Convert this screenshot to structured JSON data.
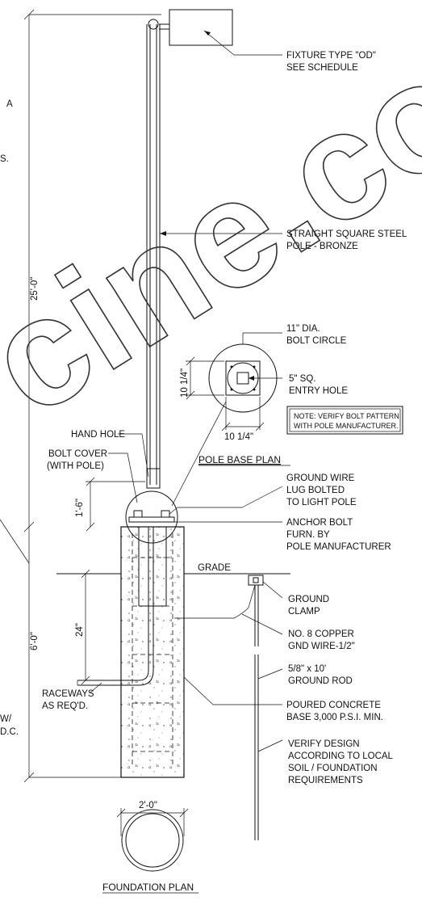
{
  "edge_labels": [
    "A",
    "S.",
    "W/",
    "D.C."
  ],
  "dimensions": {
    "pole_height": "25'-0\"",
    "hand_hole_height": "1'-6\"",
    "foundation_depth": "6'-0\"",
    "raceway_depth": "24\"",
    "base_plate_vertical": "10 1/4\"",
    "base_plate_horizontal": "10 1/4\"",
    "foundation_diameter": "2'-0\""
  },
  "callouts": {
    "fixture": [
      "FIXTURE TYPE \"OD\"",
      "SEE SCHEDULE"
    ],
    "pole": [
      "STRAIGHT SQUARE STEEL",
      "POLE - BRONZE"
    ],
    "bolt_circle": [
      "11\" DIA.",
      "BOLT CIRCLE"
    ],
    "entry_hole": [
      "5\" SQ.",
      "ENTRY HOLE"
    ],
    "note": [
      "NOTE: VERIFY BOLT PATTERN",
      "WITH POLE MANUFACTURER."
    ],
    "hand_hole": [
      "HAND HOLE"
    ],
    "bolt_cover": [
      "BOLT COVER",
      "(WITH POLE)"
    ],
    "ground_wire": [
      "GROUND WIRE",
      "LUG BOLTED",
      "TO LIGHT POLE"
    ],
    "anchor_bolt": [
      "ANCHOR BOLT",
      "FURN. BY",
      "POLE MANUFACTURER"
    ],
    "grade": [
      "GRADE"
    ],
    "ground_clamp": [
      "GROUND",
      "CLAMP"
    ],
    "copper_wire": [
      "NO. 8 COPPER",
      "GND WIRE-1/2\""
    ],
    "ground_rod": [
      "5/8\" x 10'",
      "GROUND ROD"
    ],
    "raceways": [
      "RACEWAYS",
      "AS REQ'D."
    ],
    "concrete": [
      "POURED CONCRETE",
      "BASE 3,000 P.S.I. MIN."
    ],
    "verify": [
      "VERIFY DESIGN",
      "ACCORDING TO LOCAL",
      "SOIL / FOUNDATION",
      "REQUIREMENTS"
    ]
  },
  "titles": {
    "pole_base_plan": "POLE BASE PLAN",
    "foundation_plan": "FOUNDATION PLAN"
  },
  "watermark": "cine.com"
}
